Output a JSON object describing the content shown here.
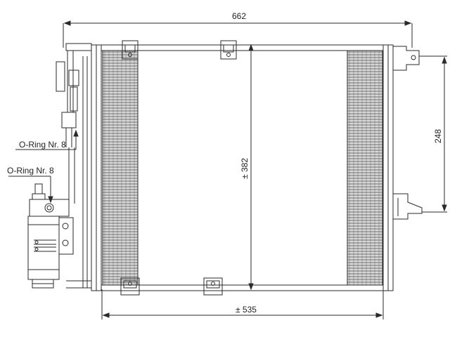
{
  "dimensions": {
    "overall_width": "662",
    "core_width": "± 535",
    "core_height": "± 382",
    "mount_spacing": "248"
  },
  "callouts": {
    "oring_upper": "O-Ring Nr. 8",
    "oring_lower": "O-Ring Nr. 8"
  },
  "colors": {
    "line": "#2a2a2a",
    "fin_fill": "#d8d8d8",
    "background": "#ffffff"
  }
}
